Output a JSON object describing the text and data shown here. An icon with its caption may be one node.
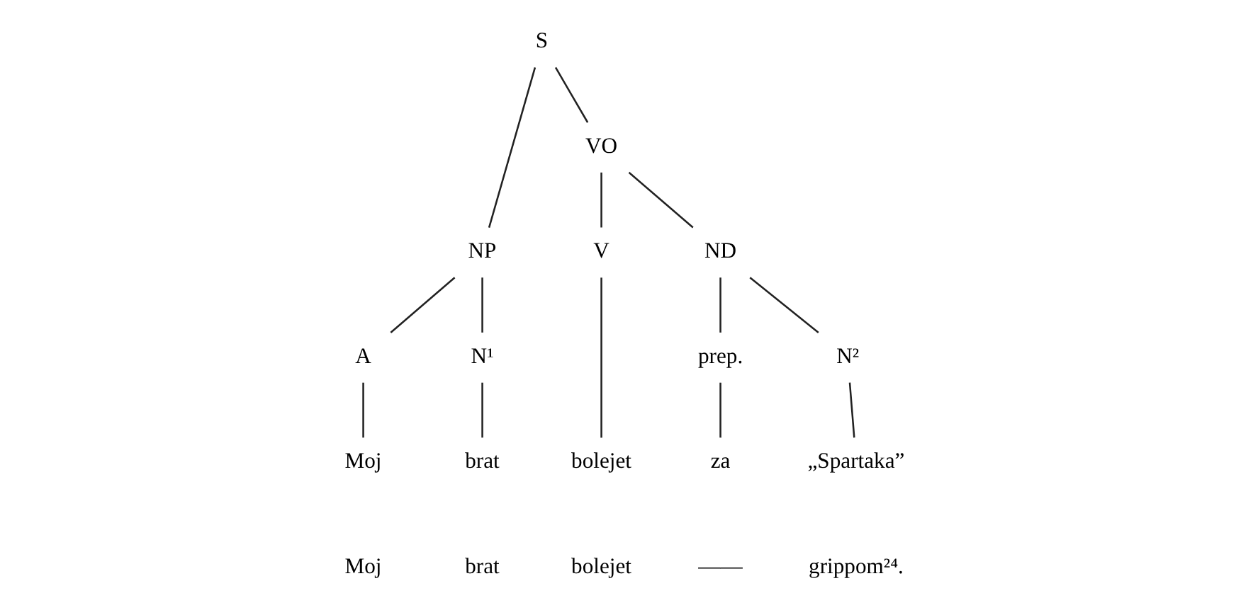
{
  "diagram": {
    "nodes": [
      {
        "text": [
          "S"
        ]
      },
      {
        "text": [
          "NP"
        ]
      },
      {
        "text": [
          "VO"
        ]
      },
      {
        "text": [
          "A"
        ]
      },
      {
        "text": [
          "N¹"
        ]
      },
      {
        "text": [
          "V"
        ]
      },
      {
        "text": [
          "ND"
        ]
      },
      {
        "text": [
          "prep."
        ]
      },
      {
        "text": [
          "N²"
        ]
      },
      {
        "text": [
          "Moj"
        ]
      },
      {
        "text": [
          "brat"
        ]
      },
      {
        "text": [
          "bolejet"
        ]
      },
      {
        "text": [
          "za"
        ]
      },
      {
        "text": [
          "„Spartaka”"
        ]
      }
    ],
    "edges": [
      {
        "from": 0,
        "to": 1,
        "arrow": "none"
      },
      {
        "from": 0,
        "to": 2,
        "arrow": "none"
      },
      {
        "from": 1,
        "to": 3,
        "arrow": "none"
      },
      {
        "from": 1,
        "to": 4,
        "arrow": "none"
      },
      {
        "from": 2,
        "to": 5,
        "arrow": "none"
      },
      {
        "from": 2,
        "to": 6,
        "arrow": "none"
      },
      {
        "from": 6,
        "to": 7,
        "arrow": "none"
      },
      {
        "from": 6,
        "to": 8,
        "arrow": "none"
      },
      {
        "from": 3,
        "to": 9,
        "arrow": "none"
      },
      {
        "from": 4,
        "to": 10,
        "arrow": "none"
      },
      {
        "from": 5,
        "to": 11,
        "arrow": "none"
      },
      {
        "from": 7,
        "to": 12,
        "arrow": "none"
      },
      {
        "from": 8,
        "to": 13,
        "arrow": "none"
      }
    ],
    "labels": [
      "Moj",
      "brat",
      "bolejet",
      "——",
      "grippom²⁴."
    ]
  }
}
